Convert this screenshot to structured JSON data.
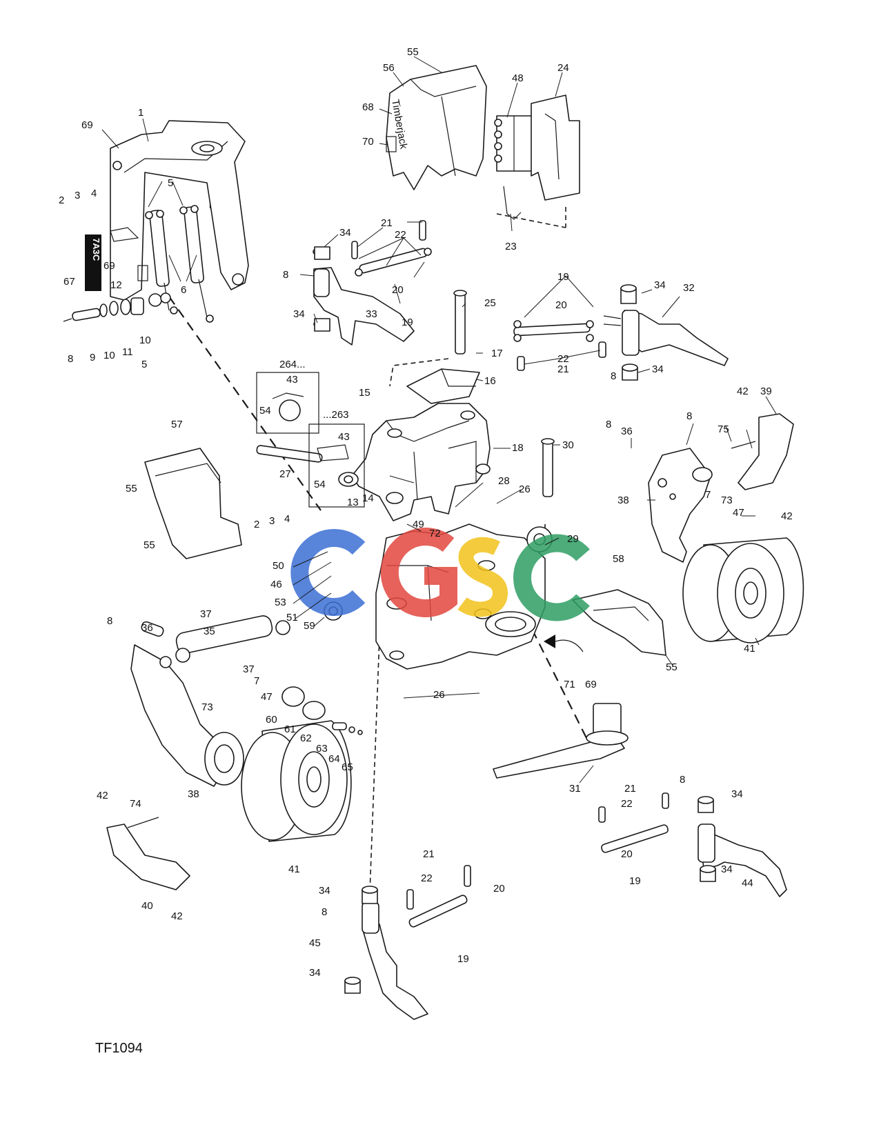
{
  "figure_ref": "TF1094",
  "group_labels": [
    "264...",
    "...263"
  ],
  "decal_text": "7A3C",
  "decal_script": "Timberjack",
  "watermark": {
    "text": "CGSC",
    "colors": [
      "#3b6fd4",
      "#e2473f",
      "#f2c21c",
      "#2e9e63"
    ]
  },
  "callouts": [
    "1",
    "2",
    "3",
    "4",
    "5",
    "6",
    "7",
    "8",
    "9",
    "10",
    "11",
    "12",
    "13",
    "14",
    "15",
    "16",
    "17",
    "18",
    "19",
    "20",
    "21",
    "22",
    "23",
    "24",
    "25",
    "26",
    "27",
    "28",
    "29",
    "30",
    "31",
    "32",
    "33",
    "34",
    "35",
    "36",
    "37",
    "38",
    "39",
    "40",
    "41",
    "42",
    "43",
    "44",
    "45",
    "46",
    "47",
    "48",
    "49",
    "50",
    "51",
    "53",
    "54",
    "55",
    "56",
    "57",
    "58",
    "59",
    "60",
    "61",
    "62",
    "63",
    "64",
    "65",
    "67",
    "68",
    "69",
    "70",
    "71",
    "72",
    "73",
    "74",
    "75"
  ]
}
